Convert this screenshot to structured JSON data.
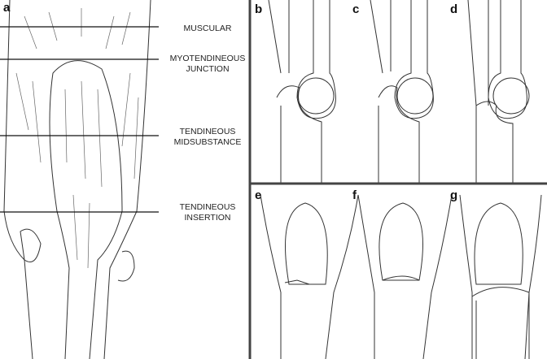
{
  "panels": {
    "a": "a",
    "b": "b",
    "c": "c",
    "d": "d",
    "e": "e",
    "f": "f",
    "g": "g"
  },
  "region_labels": {
    "muscular": "MUSCULAR",
    "myotendineous_1": "MYOTENDINEOUS",
    "myotendineous_2": "JUNCTION",
    "midsubstance_1": "TENDINEOUS",
    "midsubstance_2": "MIDSUBSTANCE",
    "insertion_1": "TENDINEOUS",
    "insertion_2": "INSERTION"
  },
  "colors": {
    "line": "#222222",
    "divider": "#444444"
  }
}
